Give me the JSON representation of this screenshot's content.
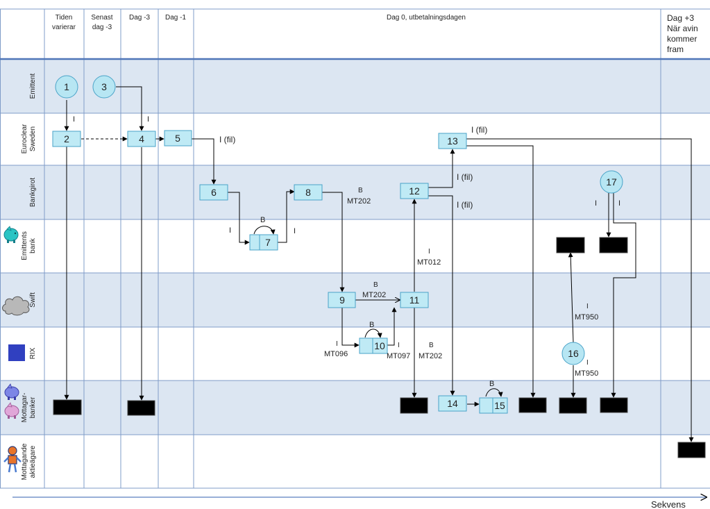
{
  "columns": [
    {
      "line1": "Tiden",
      "line2": "varierar"
    },
    {
      "line1": "Senast",
      "line2": "dag -3"
    },
    {
      "line1": "Dag  -3",
      "line2": ""
    },
    {
      "line1": "Dag -1",
      "line2": ""
    },
    {
      "line1": "Dag 0, utbetalningsdagen",
      "line2": ""
    },
    {
      "line1": "Dag +3",
      "line2": "När avin",
      "line3": "kommer",
      "line4": "fram"
    }
  ],
  "rows": [
    {
      "line1": "Emittent",
      "line2": ""
    },
    {
      "line1": "Euroclear",
      "line2": "Sweden"
    },
    {
      "line1": "Bankgirot",
      "line2": ""
    },
    {
      "line1": "Emittents",
      "line2": "bank"
    },
    {
      "line1": "Swift",
      "line2": ""
    },
    {
      "line1": "RIX",
      "line2": ""
    },
    {
      "line1": "Mottagar-",
      "line2": "banker"
    },
    {
      "line1": "Mottagande",
      "line2": "aktieägare"
    }
  ],
  "circles": {
    "c1": "1",
    "c3": "3",
    "c16": "16",
    "c17": "17"
  },
  "boxes": {
    "b2": "2",
    "b4": "4",
    "b5": "5",
    "b6": "6",
    "b7": "7",
    "b8": "8",
    "b9": "9",
    "b10": "10",
    "b11": "11",
    "b12": "12",
    "b13": "13",
    "b14": "14",
    "b15": "15"
  },
  "labels": {
    "i_1": "I",
    "i_3": "I",
    "ifil_5": "I (fil)",
    "i_6_7": "I",
    "b_7": "B",
    "i_7_8": "I",
    "b_8": "B",
    "mt202_8": "MT202",
    "b_9": "B",
    "mt202_9": "MT202",
    "b_10": "B",
    "i_mt096": "I",
    "mt096": "MT096",
    "i_mt097": "I",
    "mt097": "MT097",
    "b_mt202_11": "B",
    "mt202_11": "MT202",
    "i_mt012": "I",
    "mt012": "MT012",
    "ifil_12_up": "I (fil)",
    "ifil_12_down": "I (fil)",
    "ifil_13": "I (fil)",
    "b_15": "B",
    "i_17_left": "I",
    "i_17_right": "I",
    "i_mt950_a": "I",
    "mt950_a": "MT950",
    "i_mt950_b": "I",
    "mt950_b": "MT950"
  },
  "footer": {
    "sequence": "Sekvens"
  },
  "colors": {
    "shaded_row": "#dce6f2",
    "box_fill": "#bfeaf5",
    "box_stroke": "#4aa3c8",
    "circle_fill": "#b7e6f3",
    "grid": "#7f9cc8",
    "header_rule": "#4f76b8",
    "black_box": "#000000",
    "rix_square": "#3040c0"
  },
  "icons": [
    "pig-icon-teal",
    "cloud-icon",
    "rix-square-icon",
    "pig-icon-blue",
    "pig-icon-pink",
    "person-icon"
  ]
}
